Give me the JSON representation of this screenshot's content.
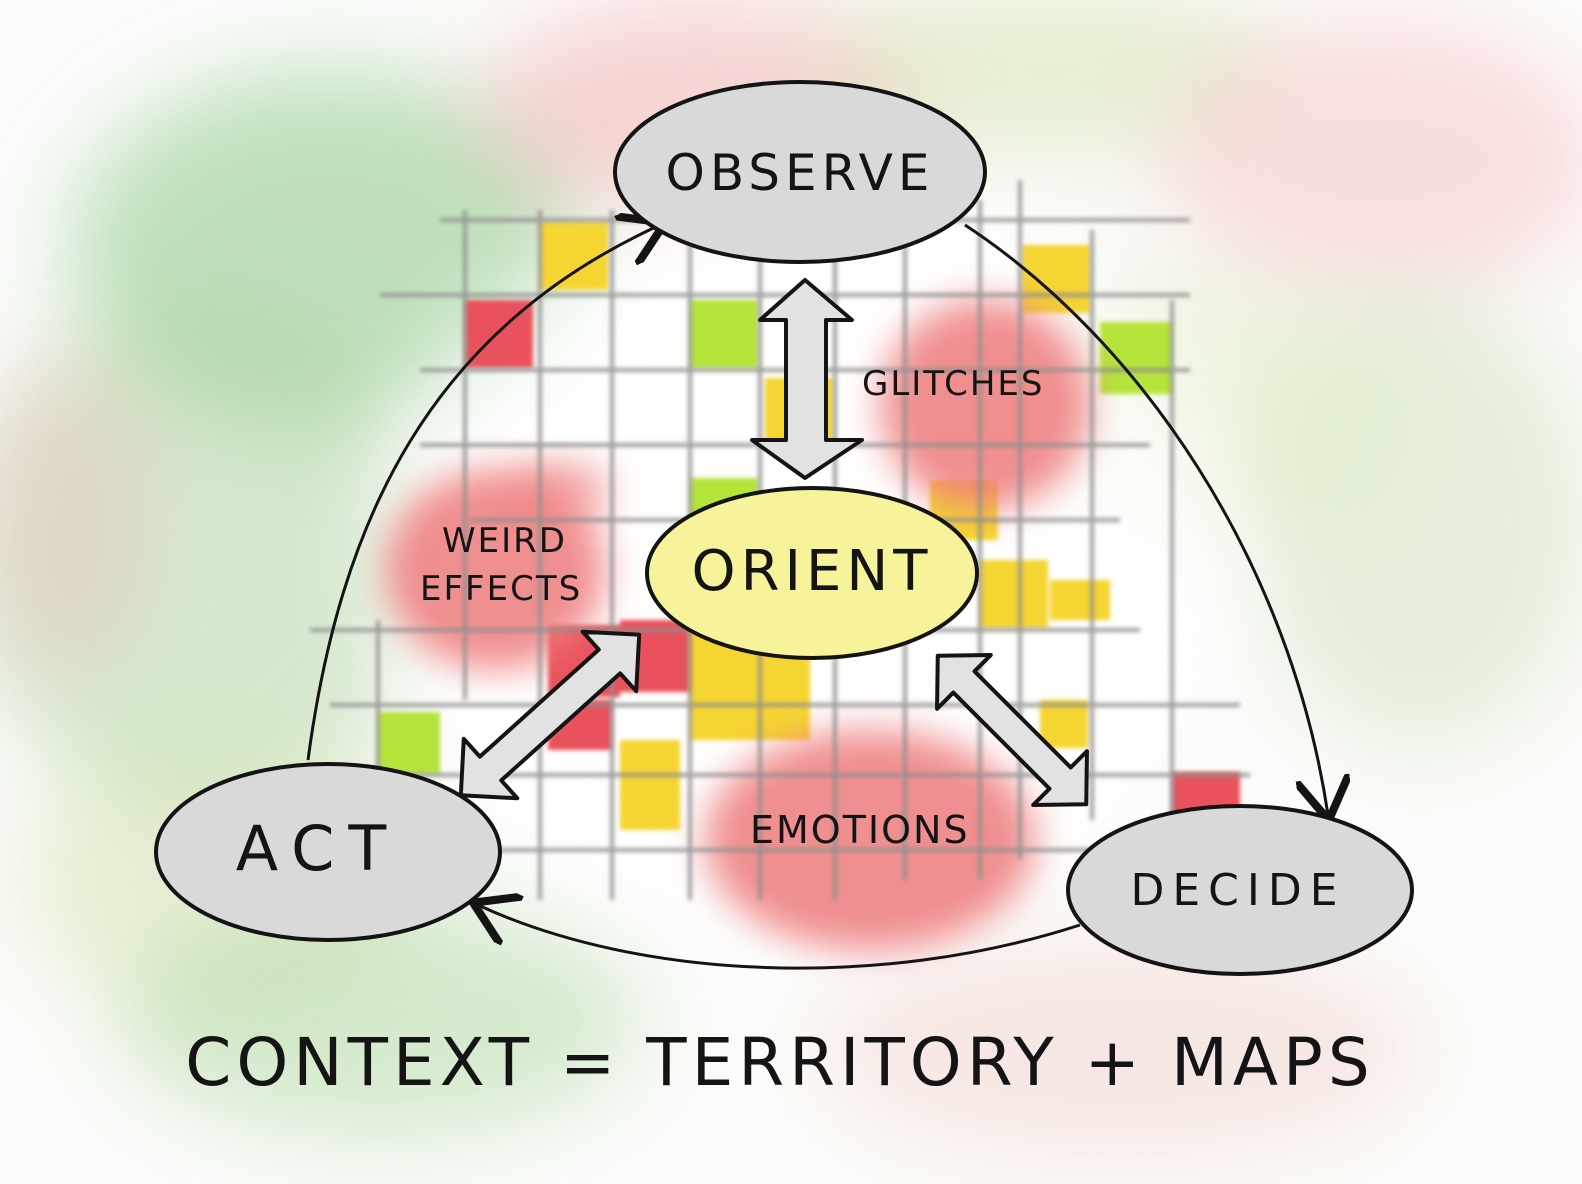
{
  "diagram": {
    "nodes": {
      "observe": "OBSERVE",
      "orient": "ORIENT",
      "decide": "DECIDE",
      "act": "ACT"
    },
    "annotations": {
      "glitches": "GLITCHES",
      "weird_line1": "WEIRD",
      "weird_line2": "EFFECTS",
      "emotions": "EMOTIONS"
    },
    "caption": "CONTEXT = TERRITORY + MAPS"
  },
  "colors": {
    "node_fill": "#d9d9d9",
    "orient_fill": "#f6f39a",
    "blob_red": "#ee7b7b",
    "cell_red": "#e9515c",
    "cell_yellow": "#f5d531",
    "cell_green": "#b5e43a",
    "grid_gray": "#8e8e8e"
  }
}
